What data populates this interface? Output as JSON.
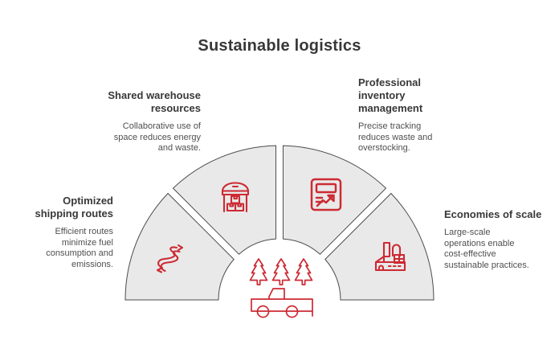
{
  "title": "Sustainable logistics",
  "colors": {
    "accent_red": "#cd2a33",
    "segment_fill": "#e9e9e9",
    "segment_stroke": "#4c4c4c",
    "heading_text": "#383838",
    "body_text": "#4f4f4f",
    "background": "#ffffff"
  },
  "items": [
    {
      "id": "optimized-shipping-routes",
      "heading": "Optimized\nshipping routes",
      "body": "Efficient routes\nminimize fuel\nconsumption and\nemissions.",
      "icon": "route-icon"
    },
    {
      "id": "shared-warehouse-resources",
      "heading": "Shared warehouse\nresources",
      "body": "Collaborative use of\nspace reduces energy\nand waste.",
      "icon": "warehouse-icon"
    },
    {
      "id": "professional-inventory-management",
      "heading": "Professional\ninventory\nmanagement",
      "body": "Precise tracking\nreduces waste and\noverstocking.",
      "icon": "clipboard-chart-icon"
    },
    {
      "id": "economies-of-scale",
      "heading": "Economies of scale",
      "body": "Large-scale\noperations enable\ncost-effective\nsustainable practices.",
      "icon": "factory-icon"
    }
  ],
  "center_icons": {
    "trees": "pine-trees-icon",
    "truck": "pickup-truck-icon"
  }
}
